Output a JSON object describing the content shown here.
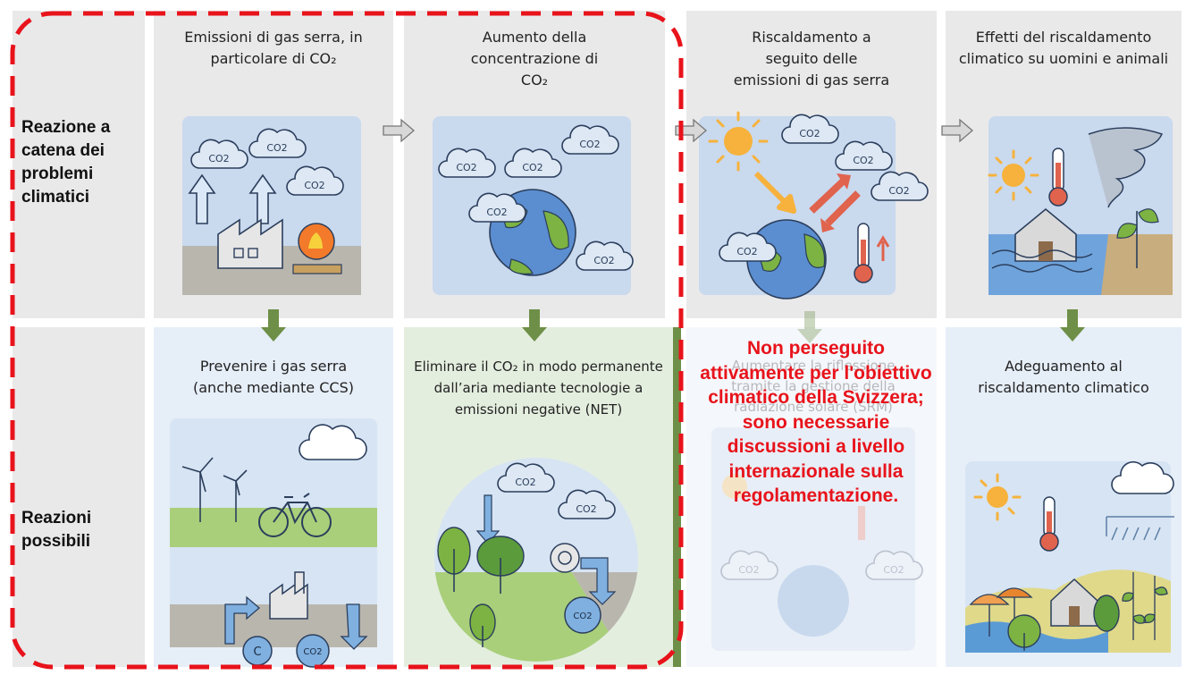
{
  "row_labels": {
    "top": "Reazione a catena dei problemi climatici",
    "bottom": "Reazioni possibili"
  },
  "top_row": [
    {
      "title": "Emissioni di gas serra, in particolare di CO₂"
    },
    {
      "title": "Aumento della concentrazione di CO₂"
    },
    {
      "title": "Riscaldamento a seguito delle emissioni di gas serra"
    },
    {
      "title": "Effetti del riscaldamento climatico su uomini e animali"
    }
  ],
  "bottom_row": [
    {
      "title": "Prevenire i gas serra (anche mediante CCS)"
    },
    {
      "title": "Eliminare il CO₂ in modo permanente dall’aria mediante tecnologie a emissioni negative (NET)"
    },
    {
      "title": "Aumentare la riflessione tramite la gestione della radiazione solare (SRM)"
    },
    {
      "title": "Adeguamento al riscaldamento climatico"
    }
  ],
  "cloud_label": "CO2",
  "c_label": "C",
  "annotation": "Non perseguito attivamente per l'obiettivo climatico della Svizzera; sono necessarie discussioni a livello internazionale sulla regolamentazione.",
  "colors": {
    "annotation": "#e8131b",
    "dashed_frame": "#e8131b",
    "arrow_green": "#6e8f47",
    "arrow_gray": "#9a9a9a",
    "earth_blue": "#5b8ed0",
    "earth_green": "#7cb342",
    "sun": "#f6b23c"
  }
}
